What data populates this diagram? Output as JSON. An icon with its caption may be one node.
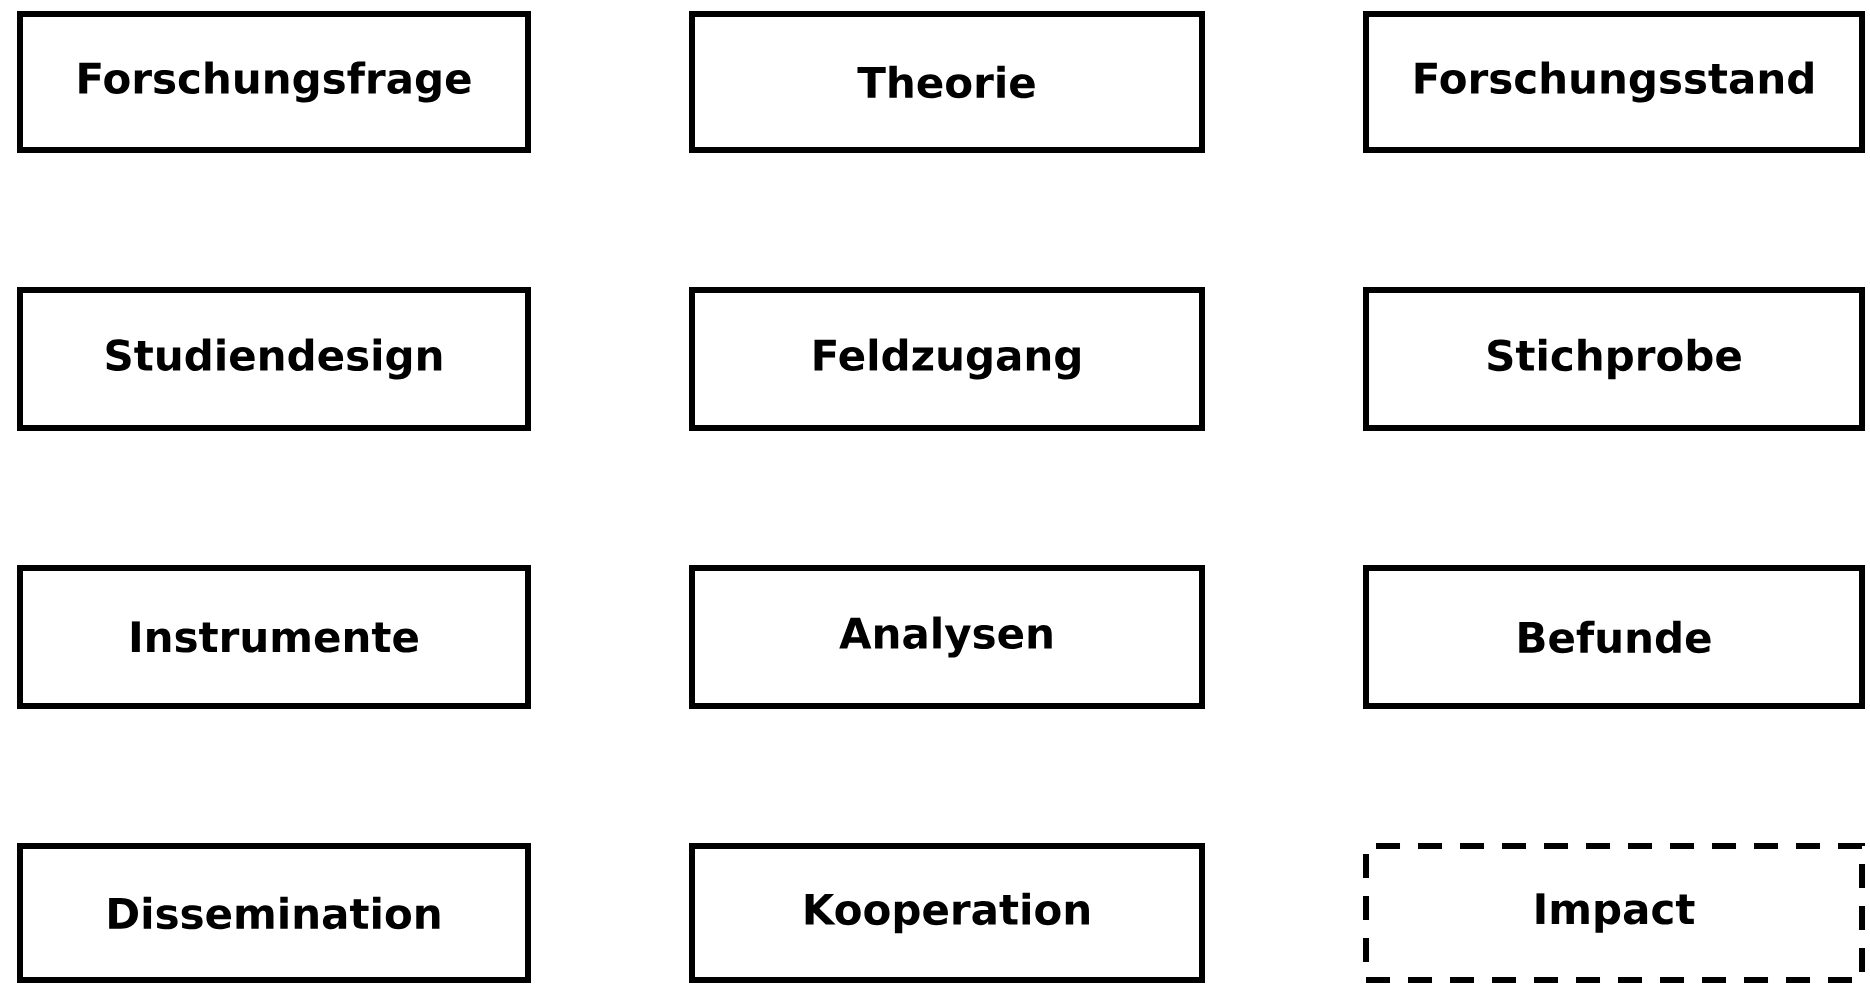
{
  "diagram": {
    "nodes": [
      {
        "text": [
          "Forschungsfrage"
        ]
      },
      {
        "text": [
          "Theorie"
        ]
      },
      {
        "text": [
          "Forschungsstand"
        ]
      },
      {
        "text": [
          "Studiendesign"
        ]
      },
      {
        "text": [
          "Feldzugang"
        ]
      },
      {
        "text": [
          "Stichprobe"
        ]
      },
      {
        "text": [
          "Instrumente"
        ]
      },
      {
        "text": [
          "Analysen"
        ]
      },
      {
        "text": [
          "Befunde"
        ]
      },
      {
        "text": [
          "Dissemination"
        ]
      },
      {
        "text": [
          "Kooperation"
        ]
      },
      {
        "text": [
          "Impact"
        ]
      }
    ]
  }
}
